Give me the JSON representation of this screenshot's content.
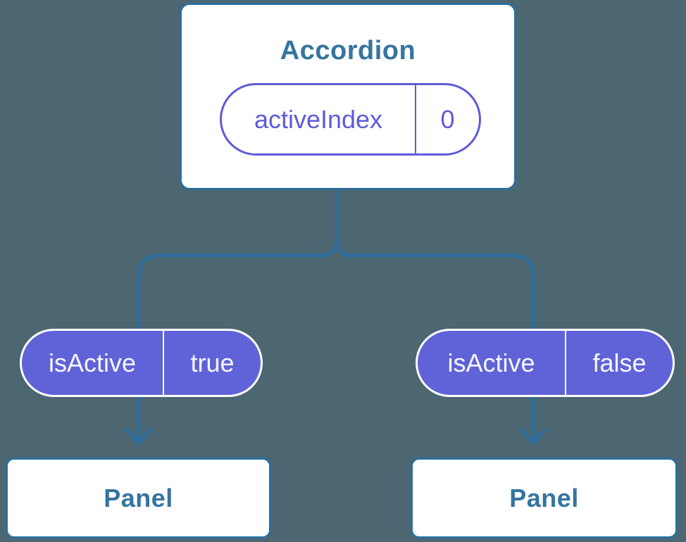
{
  "tree": {
    "root": {
      "title": "Accordion",
      "prop": {
        "name": "activeIndex",
        "value": "0"
      }
    },
    "children": [
      {
        "state": {
          "name": "isActive",
          "value": "true"
        },
        "label": "Panel"
      },
      {
        "state": {
          "name": "isActive",
          "value": "false"
        },
        "label": "Panel"
      }
    ]
  },
  "colors": {
    "background": "#4C6772",
    "line_blue": "#2D6E9D",
    "label_blue": "#35759F",
    "pill_purple_fill": "#6063D8",
    "pill_purple_outline": "#5E5CD8",
    "node_background": "#FFFFFF",
    "pill_text_light": "#F6F7FF"
  }
}
